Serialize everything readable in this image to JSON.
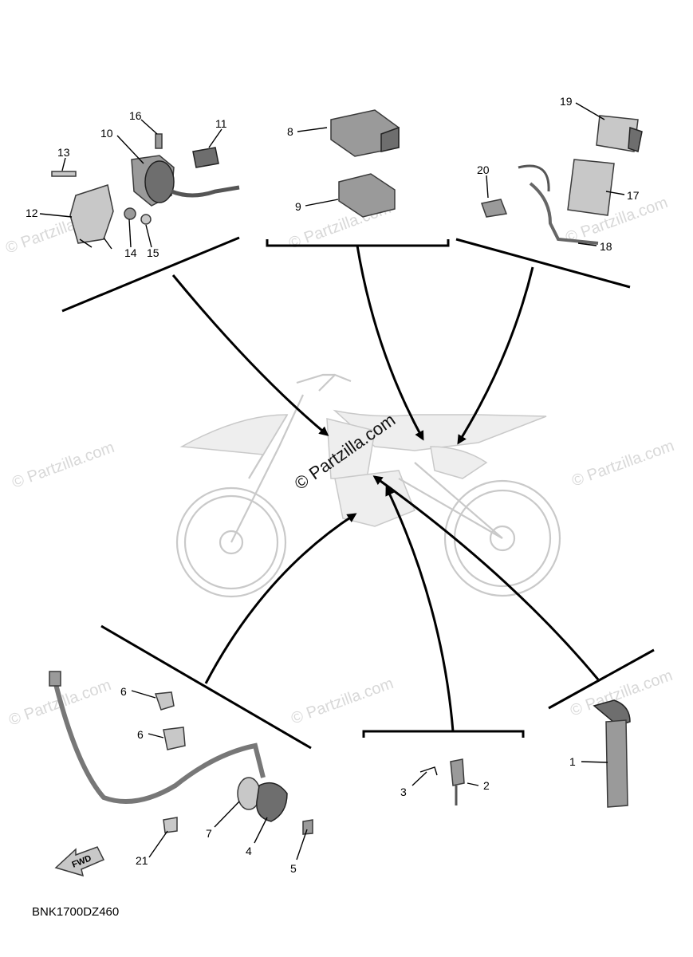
{
  "diagram_code": "BNK1700DZ460",
  "fwd_label": "FWD",
  "watermark_main": "© Partzilla.com",
  "watermark_repeat": "© Partzilla.com",
  "callouts": [
    "1",
    "2",
    "3",
    "4",
    "5",
    "6",
    "6",
    "7",
    "8",
    "9",
    "10",
    "11",
    "12",
    "13",
    "14",
    "15",
    "16",
    "17",
    "18",
    "19",
    "20",
    "21"
  ]
}
